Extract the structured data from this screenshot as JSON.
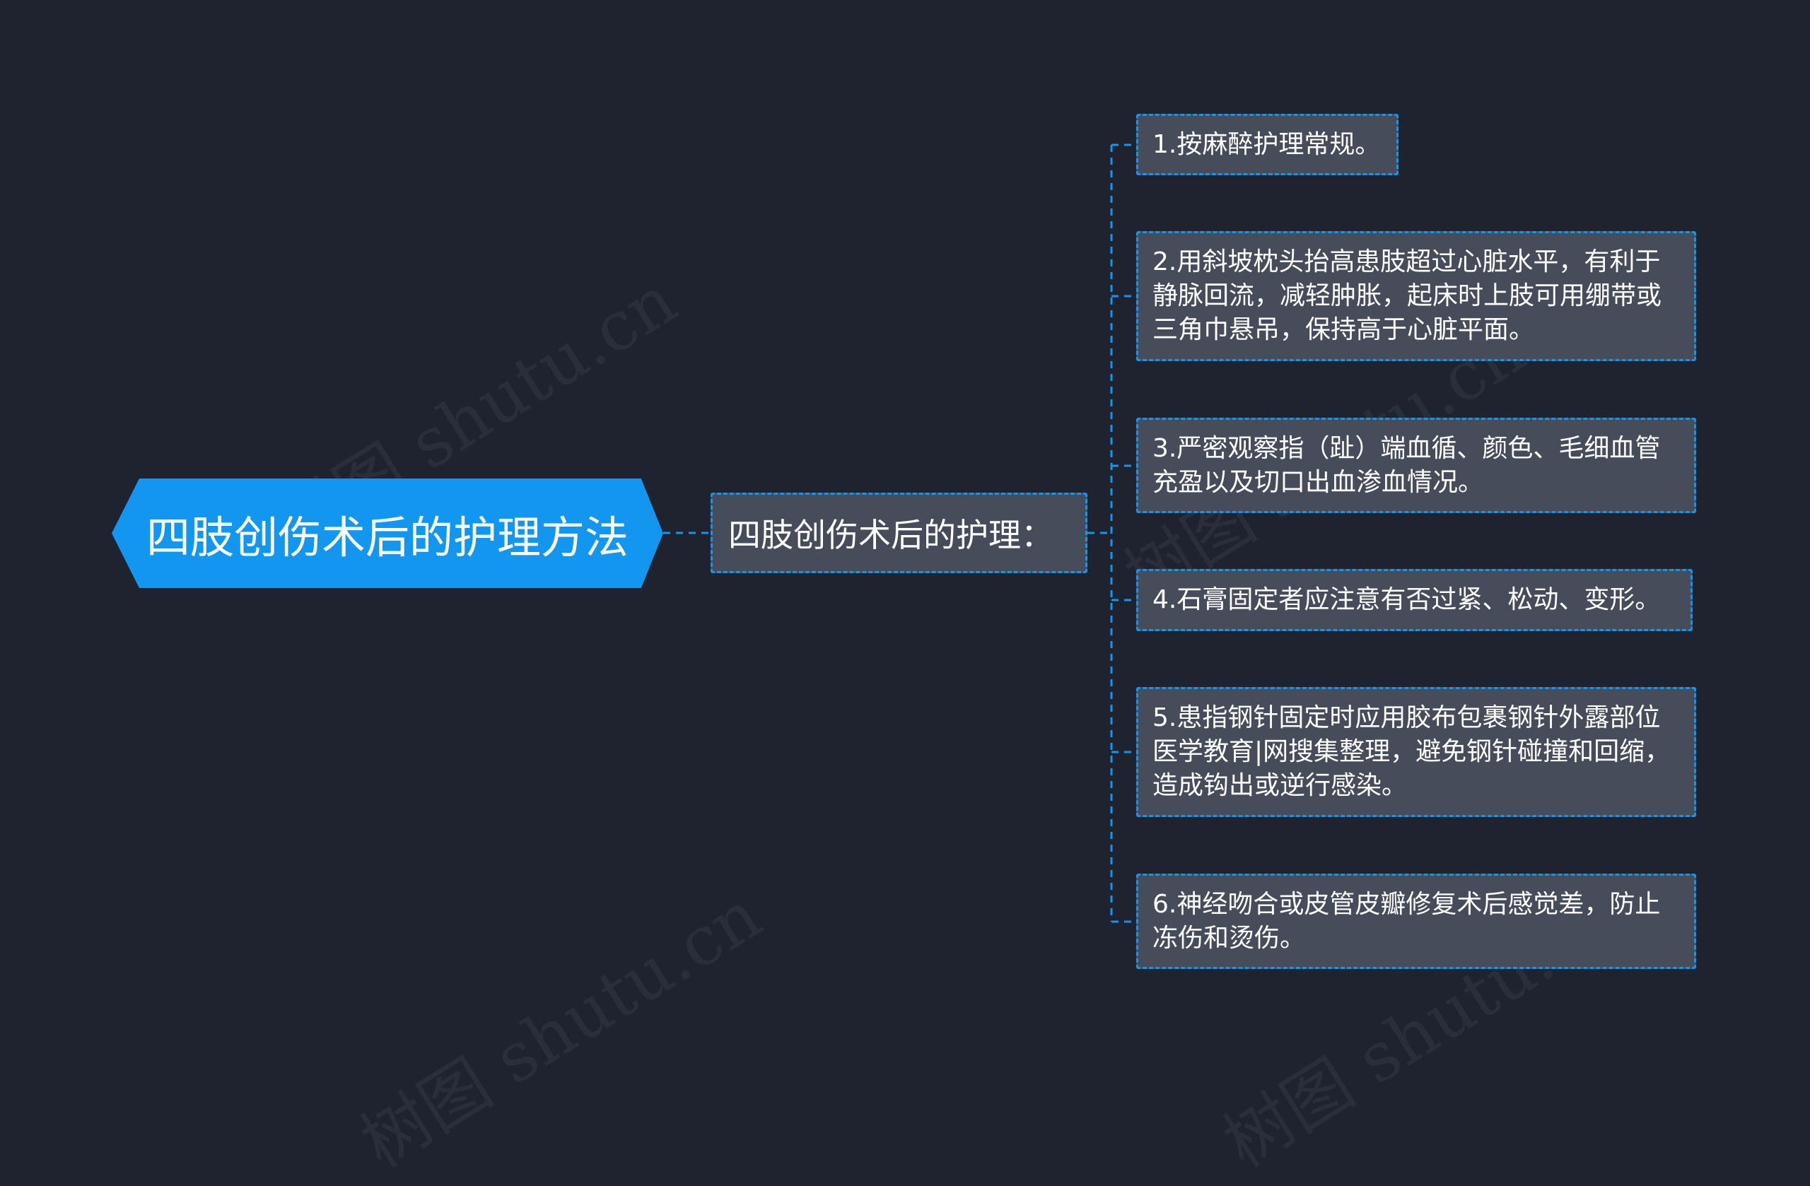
{
  "root": {
    "label": "四肢创伤术后的护理方法",
    "color": "#1296f0"
  },
  "branch": {
    "label": "四肢创伤术后的护理："
  },
  "leaves": [
    {
      "text": "1.按麻醉护理常规。"
    },
    {
      "text": "2.用斜坡枕头抬高患肢超过心脏水平，有利于静脉回流，减轻肿胀，起床时上肢可用绷带或三角巾悬吊，保持高于心脏平面。"
    },
    {
      "text": "3.严密观察指（趾）端血循、颜色、毛细血管充盈以及切口出血渗血情况。"
    },
    {
      "text": "4.石膏固定者应注意有否过紧、松动、变形。"
    },
    {
      "text": "5.患指钢针固定时应用胶布包裹钢针外露部位医学教育|网搜集整理，避免钢针碰撞和回缩，造成钩出或逆行感染。"
    },
    {
      "text": "6.神经吻合或皮管皮瓣修复术后感觉差，防止冻伤和烫伤。"
    }
  ],
  "colors": {
    "background": "#1f2330",
    "node_fill": "#474c5b",
    "accent": "#1296f0",
    "text": "#ffffff"
  },
  "watermark": "树图 shutu.cn"
}
